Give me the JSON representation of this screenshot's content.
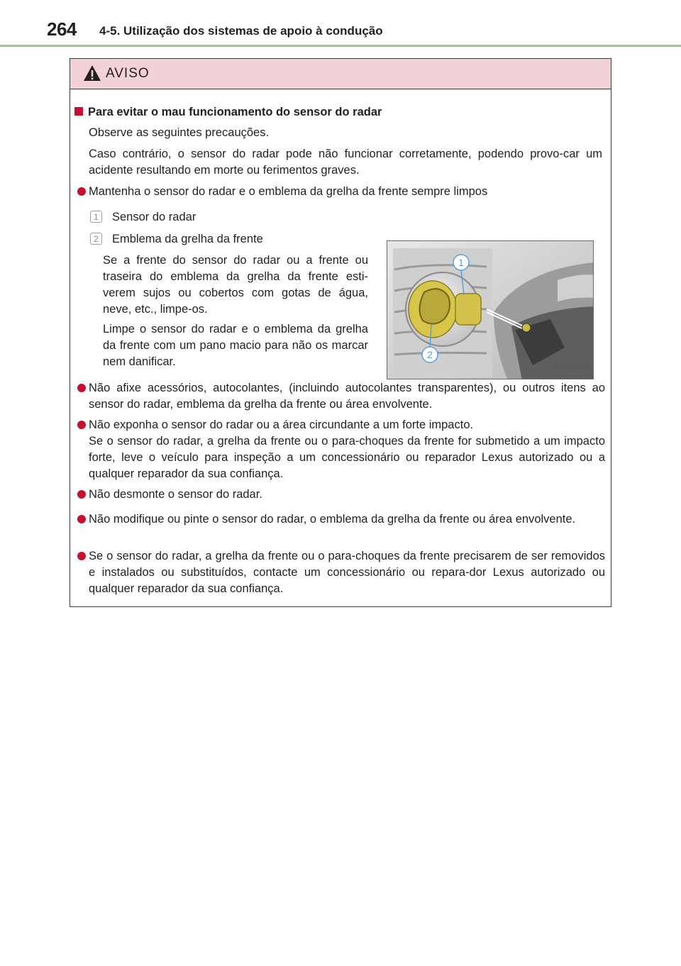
{
  "header": {
    "page_number": "264",
    "chapter": "4-5. Utilização dos sistemas de apoio à condução"
  },
  "warning": {
    "label": "AVISO",
    "icon": "warning-triangle-icon",
    "accent_color": "#c8102e",
    "header_bg": "#f2d2d6",
    "section_title": "Para evitar o mau funcionamento do sensor do radar",
    "intro_1": "Observe as seguintes precauções.",
    "intro_2": "Caso contrário, o sensor do radar pode não funcionar corretamente, podendo provo-car um acidente resultando em morte ou ferimentos graves.",
    "bullet_1": "Mantenha o sensor do radar e o emblema da grelha da frente sempre limpos",
    "legend": [
      {
        "num": "1",
        "label": "Sensor do radar"
      },
      {
        "num": "2",
        "label": "Emblema da grelha da frente"
      }
    ],
    "legend_desc_1": "Se a frente do sensor do radar ou a frente ou traseira do emblema da grelha da frente esti-verem sujos ou cobertos com gotas de água, neve, etc., limpe-os.",
    "legend_desc_2": "Limpe o sensor do radar e o emblema da grelha da frente com um pano macio para não os marcar nem danificar.",
    "figure_code": "IN45GS300",
    "bullets": [
      "Não afixe acessórios, autocolantes, (incluindo autocolantes transparentes), ou outros itens ao sensor do radar, emblema da grelha da frente ou área envolvente.",
      "Não exponha o sensor do radar ou a área circundante a um forte impacto.",
      "Se o sensor do radar, a grelha da frente ou o para-choques da frente for submetido a um impacto forte, leve o veículo para inspeção a um concessionário ou reparador Lexus autorizado ou a qualquer reparador da sua confiança.",
      "Não desmonte o sensor do radar.",
      "Não modifique ou pinte o sensor do radar, o emblema da grelha da frente ou área envolvente.",
      "Se o sensor do radar, a grelha da frente ou o para-choques da frente precisarem de ser removidos e instalados ou substituídos, contacte um concessionário ou repara-dor Lexus autorizado ou qualquer reparador da sua confiança."
    ]
  }
}
